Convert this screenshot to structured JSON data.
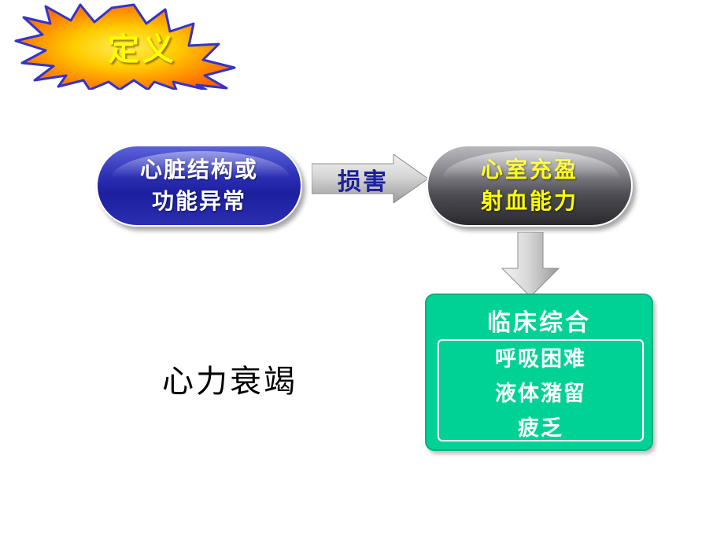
{
  "slide": {
    "title_burst": "定义",
    "caption": "心力衰竭",
    "colors": {
      "burst_fill_outer": "#ff6600",
      "burst_fill_inner": "#ffcc00",
      "burst_border": "#3333cc",
      "burst_text": "#ffff00",
      "blue_box": "#1c1f9e",
      "gray_box": "#4c4c52",
      "gray_box_text": "#ffff00",
      "green_box": "#00d296",
      "arrow_label_text": "#1c1f9e",
      "arrow_fill": "#bfbfbf",
      "caption_text": "#000000"
    },
    "cause_box": {
      "lines": [
        "心脏结构或",
        "功能异常"
      ]
    },
    "arrow_label": "损害",
    "effect_box": {
      "lines": [
        "心室充盈",
        "射血能力"
      ]
    },
    "result_box": {
      "title": "临床综合",
      "lines": [
        "呼吸困难",
        "液体潴留",
        "疲乏"
      ]
    }
  }
}
